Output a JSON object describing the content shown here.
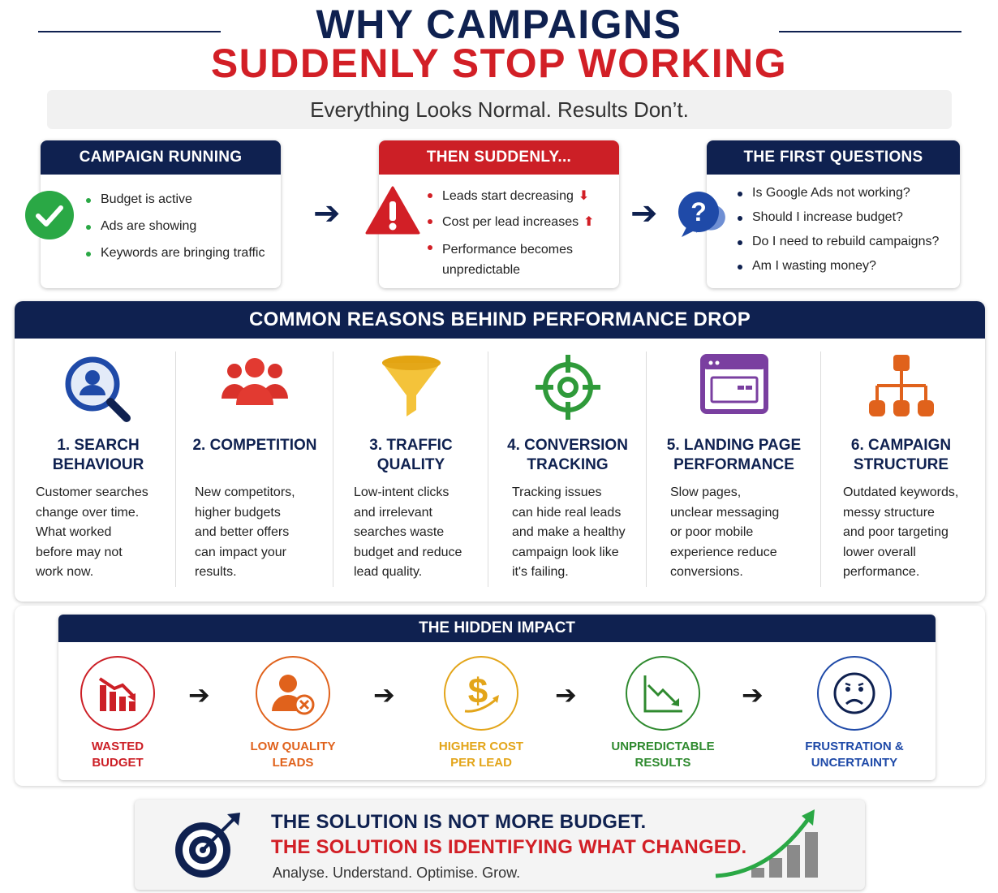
{
  "header": {
    "title_line1": "WHY CAMPAIGNS",
    "title_line2": "SUDDENLY STOP WORKING",
    "subtitle": "Everything Looks Normal. Results Don’t."
  },
  "colors": {
    "navy": "#0f2150",
    "red": "#d21f26",
    "green": "#2aa845",
    "orange": "#e0621c",
    "gold": "#e3a51a",
    "purple": "#7a3fa0"
  },
  "cards": [
    {
      "title": "CAMPAIGN RUNNING",
      "icon": "check-circle-icon",
      "items": [
        "Budget is active",
        "Ads are showing",
        "Keywords are bringing traffic"
      ]
    },
    {
      "title": "THEN SUDDENLY...",
      "icon": "warning-triangle-icon",
      "items": [
        "Leads start decreasing",
        "Cost per lead increases",
        "Performance becomes unpredictable"
      ]
    },
    {
      "title": "THE FIRST QUESTIONS",
      "icon": "question-bubble-icon",
      "items": [
        "Is Google Ads not working?",
        "Should I increase budget?",
        "Do I need to rebuild campaigns?",
        "Am I wasting money?"
      ]
    }
  ],
  "reasons": {
    "title": "COMMON REASONS BEHIND PERFORMANCE DROP",
    "items": [
      {
        "title_1": "1. SEARCH",
        "title_2": "BEHAVIOUR",
        "icon": "search-user-icon",
        "desc": [
          "Customer searches",
          "change over time.",
          "What worked",
          "before may not",
          "work now."
        ]
      },
      {
        "title_1": "2. COMPETITION",
        "title_2": "",
        "icon": "people-group-icon",
        "desc": [
          "New competitors,",
          "higher budgets",
          "and better offers",
          "can impact your",
          "results."
        ]
      },
      {
        "title_1": "3. TRAFFIC",
        "title_2": "QUALITY",
        "icon": "funnel-icon",
        "desc": [
          "Low-intent clicks",
          "and irrelevant",
          "searches waste",
          "budget and reduce",
          "lead quality."
        ]
      },
      {
        "title_1": "4. CONVERSION",
        "title_2": "TRACKING",
        "icon": "crosshair-icon",
        "desc": [
          "Tracking issues",
          "can hide real leads",
          "and make a healthy",
          "campaign look like",
          "it's failing."
        ]
      },
      {
        "title_1": "5. LANDING PAGE",
        "title_2": "PERFORMANCE",
        "icon": "browser-window-icon",
        "desc": [
          "Slow pages,",
          "unclear messaging",
          "or poor mobile",
          "experience reduce",
          "conversions."
        ]
      },
      {
        "title_1": "6. CAMPAIGN",
        "title_2": "STRUCTURE",
        "icon": "hierarchy-icon",
        "desc": [
          "Outdated keywords,",
          "messy structure",
          "and poor targeting",
          "lower overall",
          "performance."
        ]
      }
    ]
  },
  "impact": {
    "title": "THE HIDDEN IMPACT",
    "items": [
      {
        "line1": "WASTED",
        "line2": "BUDGET",
        "icon": "falling-bars-icon",
        "color": "#cc1f26"
      },
      {
        "line1": "LOW QUALITY",
        "line2": "LEADS",
        "icon": "user-x-icon",
        "color": "#e0621c"
      },
      {
        "line1": "HIGHER COST",
        "line2": "PER LEAD",
        "icon": "dollar-up-icon",
        "color": "#e3a51a"
      },
      {
        "line1": "UNPREDICTABLE",
        "line2": "RESULTS",
        "icon": "trend-down-icon",
        "color": "#2f8a2f"
      },
      {
        "line1": "FRUSTRATION &",
        "line2": "UNCERTAINTY",
        "icon": "sad-face-icon",
        "color": "#0f2150"
      }
    ]
  },
  "solution": {
    "line1": "THE SOLUTION IS NOT MORE BUDGET.",
    "line2": "THE SOLUTION IS IDENTIFYING WHAT CHANGED.",
    "line3": "Analyse. Understand. Optimise. Grow."
  }
}
